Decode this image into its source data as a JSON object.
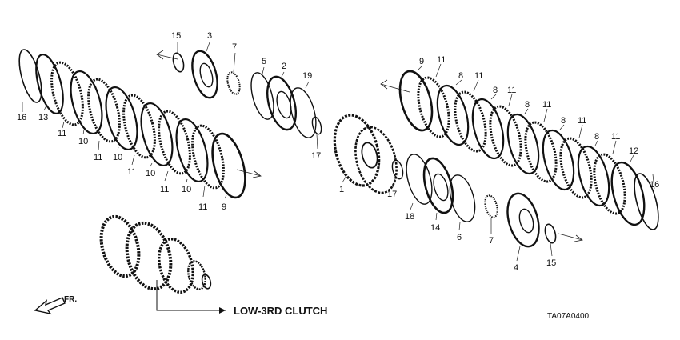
{
  "diagram": {
    "caption": "LOW-3RD CLUTCH",
    "drawing_code": "TA07A0400",
    "direction_label": "FR.",
    "callouts": [
      "15",
      "3",
      "7",
      "5",
      "2",
      "19",
      "9",
      "11",
      "8",
      "11",
      "8",
      "11",
      "8",
      "11",
      "8",
      "11",
      "8",
      "11",
      "12",
      "16",
      "16",
      "13",
      "11",
      "10",
      "11",
      "10",
      "11",
      "10",
      "11",
      "10",
      "11",
      "9",
      "17",
      "1",
      "17",
      "18",
      "14",
      "6",
      "7",
      "4",
      "15"
    ]
  }
}
